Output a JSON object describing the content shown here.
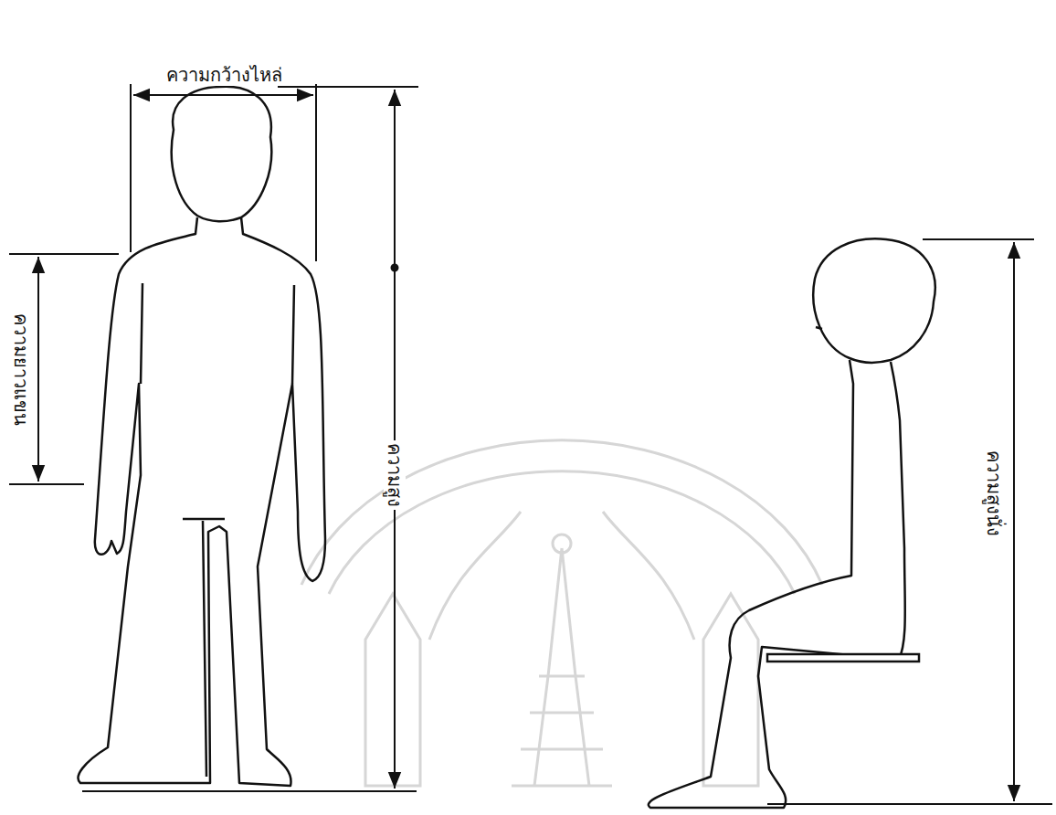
{
  "diagram": {
    "labels": [
      "ความกว้างไหล่",
      "ความยาวแขน",
      "ความสูง",
      "ความสูงนั่ง"
    ]
  }
}
